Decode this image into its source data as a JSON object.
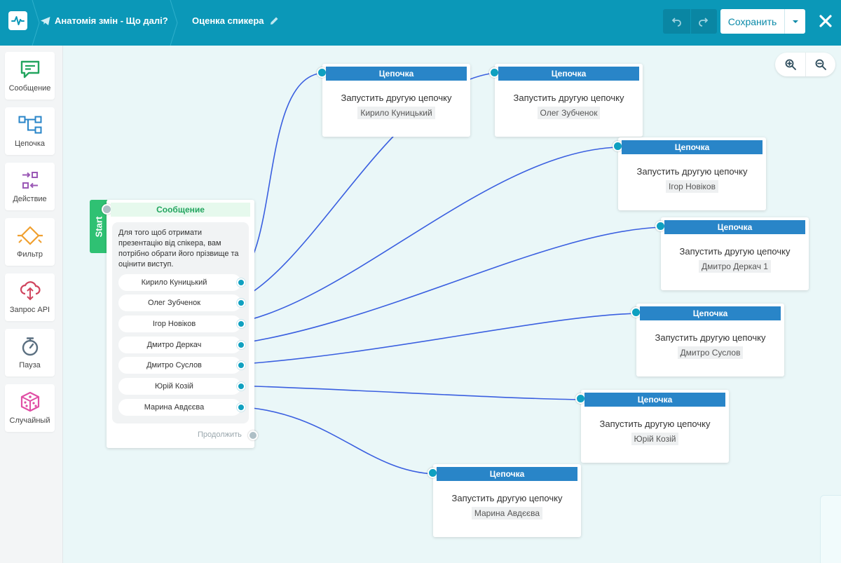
{
  "header": {
    "bot_name": "Анатомія змін - Що далі?",
    "flow_name": "Оценка спикера",
    "save_label": "Сохранить"
  },
  "sidebar": {
    "items": [
      {
        "label": "Сообщение",
        "icon": "message-icon",
        "color": "#23a55f"
      },
      {
        "label": "Цепочка",
        "icon": "chain-icon",
        "color": "#2985c8"
      },
      {
        "label": "Действие",
        "icon": "action-icon",
        "color": "#9b59b6"
      },
      {
        "label": "Фильтр",
        "icon": "filter-icon",
        "color": "#f0a030"
      },
      {
        "label": "Запрос API",
        "icon": "api-cloud-icon",
        "color": "#d0455e"
      },
      {
        "label": "Пауза",
        "icon": "stopwatch-icon",
        "color": "#5a6f80"
      },
      {
        "label": "Случайный",
        "icon": "dice-icon",
        "color": "#e04fa5"
      }
    ]
  },
  "start_node": {
    "start_label": "Start",
    "title": "Сообщение",
    "text": "Для того щоб отримати презентацію від спікера, вам потрібно обрати його прізвище та оцінити виступ.",
    "options": [
      "Кирило Куницький",
      "Олег Зубченок",
      "Ігор Новіков",
      "Дмитро Деркач",
      "Дмитро Суслов",
      "Юрій Козій",
      "Марина Авдєєва"
    ],
    "continue_label": "Продолжить"
  },
  "chains": [
    {
      "title": "Цепочка",
      "action": "Запустить другую цепочку",
      "target": "Кирило Куницький"
    },
    {
      "title": "Цепочка",
      "action": "Запустить другую цепочку",
      "target": "Олег Зубченок"
    },
    {
      "title": "Цепочка",
      "action": "Запустить другую цепочку",
      "target": "Ігор Новіков"
    },
    {
      "title": "Цепочка",
      "action": "Запустить другую цепочку",
      "target": "Дмитро Деркач 1"
    },
    {
      "title": "Цепочка",
      "action": "Запустить другую цепочку",
      "target": "Дмитро Суслов"
    },
    {
      "title": "Цепочка",
      "action": "Запустить другую цепочку",
      "target": "Юрій Козій"
    },
    {
      "title": "Цепочка",
      "action": "Запустить другую цепочку",
      "target": "Марина Авдєєва"
    }
  ],
  "colors": {
    "header": "#0b98b8",
    "connection": "#3a5fe0",
    "port": "#0fa0c0",
    "chain_header": "#2985c8",
    "message_accent": "#2fc173"
  }
}
